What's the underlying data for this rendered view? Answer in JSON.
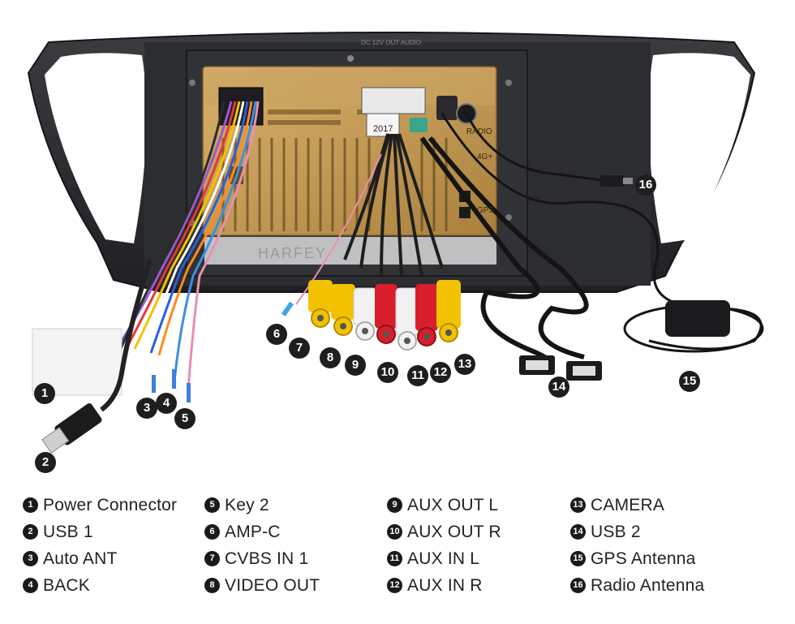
{
  "photo": {
    "unit_brand": "HARFEY",
    "chip_text": "2017",
    "label_radio": "RADIO",
    "label_4g": "4G+",
    "label_gps": "GPS",
    "top_text": "DC 12V  OUT  AUDIO"
  },
  "callouts": [
    "1",
    "2",
    "3",
    "4",
    "5",
    "6",
    "7",
    "8",
    "9",
    "10",
    "11",
    "12",
    "13",
    "14",
    "15",
    "16"
  ],
  "legend": {
    "col1": [
      {
        "num": "1",
        "label": "Power Connector"
      },
      {
        "num": "2",
        "label": "USB 1"
      },
      {
        "num": "3",
        "label": "Auto ANT"
      },
      {
        "num": "4",
        "label": "BACK"
      }
    ],
    "col2": [
      {
        "num": "5",
        "label": "Key 2"
      },
      {
        "num": "6",
        "label": "AMP-C"
      },
      {
        "num": "7",
        "label": "CVBS IN 1"
      },
      {
        "num": "8",
        "label": "VIDEO OUT"
      }
    ],
    "col3": [
      {
        "num": "9",
        "label": "AUX OUT L"
      },
      {
        "num": "10",
        "label": "AUX OUT R"
      },
      {
        "num": "11",
        "label": "AUX IN L"
      },
      {
        "num": "12",
        "label": "AUX IN R"
      }
    ],
    "col4": [
      {
        "num": "13",
        "label": "CAMERA"
      },
      {
        "num": "14",
        "label": "USB 2"
      },
      {
        "num": "15",
        "label": "GPS Antenna"
      },
      {
        "num": "16",
        "label": "Radio Antenna"
      }
    ]
  },
  "colors": {
    "frame": "#2a2c30",
    "plate": "#c29a55",
    "rca_yellow": "#f2c200",
    "rca_white": "#f2f2f2",
    "rca_red": "#d81e2c"
  }
}
